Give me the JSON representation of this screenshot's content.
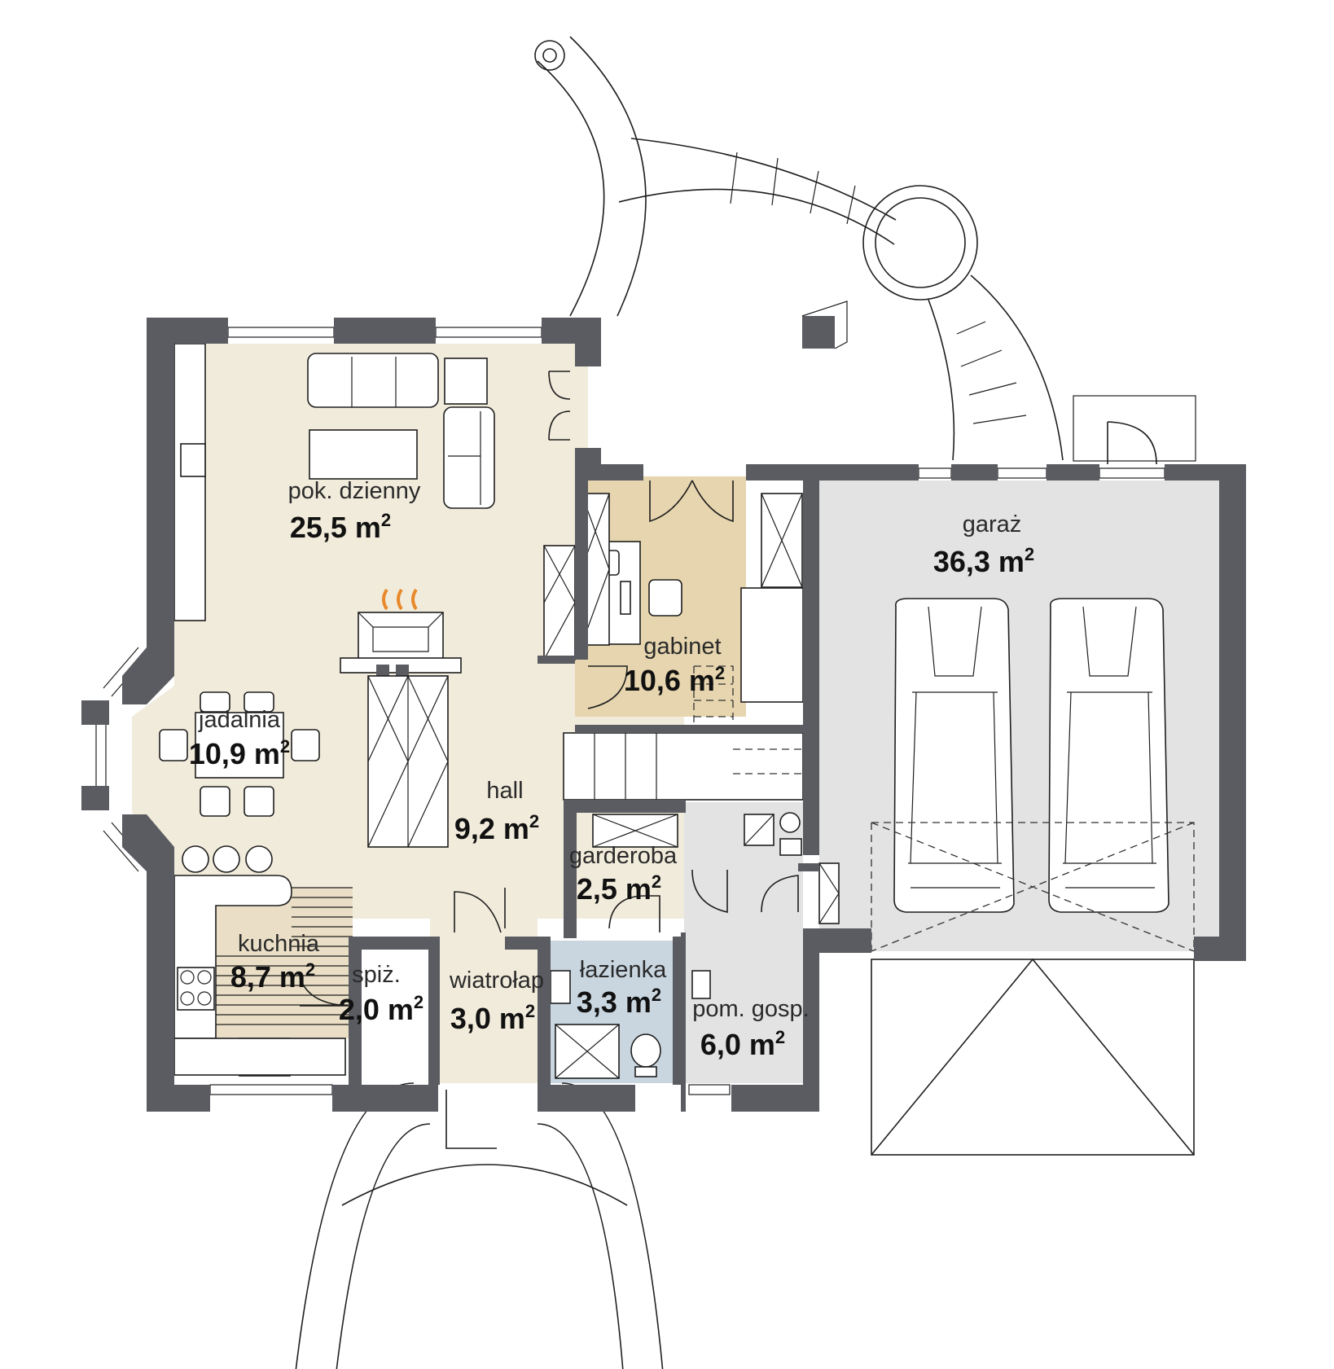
{
  "colors": {
    "wall": "#5a5c61",
    "living": "#f1ebdb",
    "study": "#e6d5ae",
    "garage": "#e3e3e3",
    "bathroom": "#c9d6e0",
    "kitchen_floor": "#eadfc6",
    "fire": "#e8892b"
  },
  "rooms": [
    {
      "id": "pok-dzienny",
      "name": "pok. dzienny",
      "area": "25,5 m",
      "unit_sup": "2"
    },
    {
      "id": "jadalnia",
      "name": "jadalnia",
      "area": "10,9 m",
      "unit_sup": "2"
    },
    {
      "id": "hall",
      "name": "hall",
      "area": "9,2 m",
      "unit_sup": "2"
    },
    {
      "id": "kuchnia",
      "name": "kuchnia",
      "area": "8,7 m",
      "unit_sup": "2"
    },
    {
      "id": "spiz",
      "name": "spiż.",
      "area": "2,0 m",
      "unit_sup": "2"
    },
    {
      "id": "wiatrolap",
      "name": "wiatrołap",
      "area": "3,0 m",
      "unit_sup": "2"
    },
    {
      "id": "lazienka",
      "name": "łazienka",
      "area": "3,3 m",
      "unit_sup": "2"
    },
    {
      "id": "garderoba",
      "name": "garderoba",
      "area": "2,5 m",
      "unit_sup": "2"
    },
    {
      "id": "gabinet",
      "name": "gabinet",
      "area": "10,6 m",
      "unit_sup": "2"
    },
    {
      "id": "pom-gosp",
      "name": "pom. gosp.",
      "area": "6,0 m",
      "unit_sup": "2"
    },
    {
      "id": "garaz",
      "name": "garaż",
      "area": "36,3 m",
      "unit_sup": "2"
    }
  ]
}
